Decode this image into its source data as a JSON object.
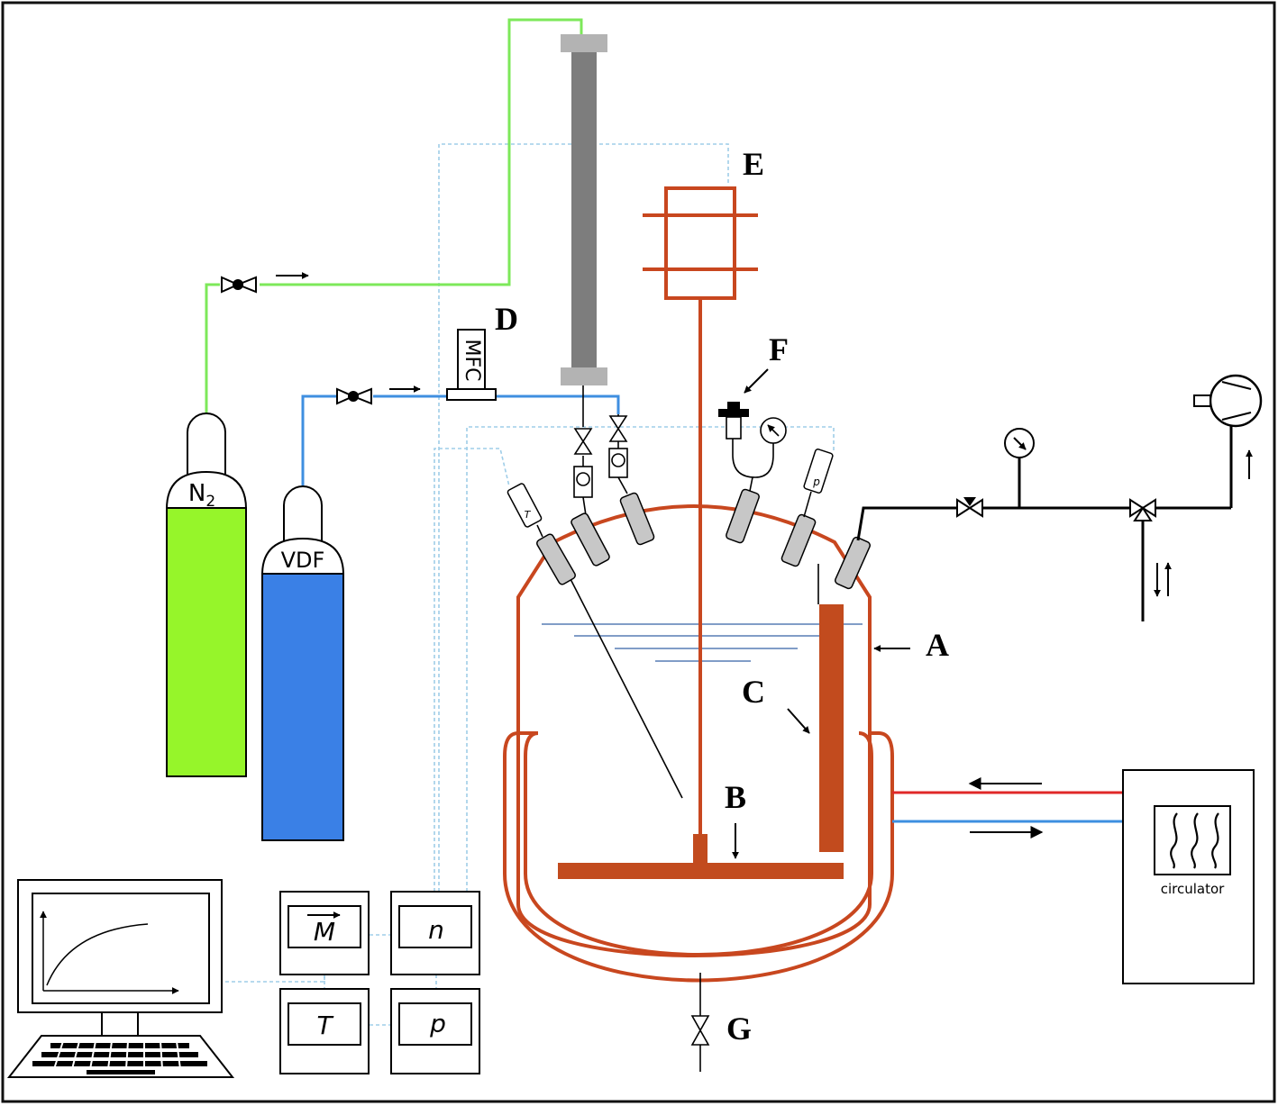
{
  "colors": {
    "frame": "#111111",
    "reactor": "#c8471f",
    "reactor_fill": "#c24b1e",
    "n2_gas_line": "#7de85a",
    "vdf_gas_line": "#3f8fe0",
    "n2_cylinder": "#96f52a",
    "vdf_cylinder": "#3a80e6",
    "condenser": "#7d7d7d",
    "condenser_cap": "#b3b3b3",
    "signal_line": "#9fcde8",
    "liquid_level": "#6f8fbf",
    "cooling_supply": "#e02828",
    "cooling_return": "#3d8fe0",
    "port": "#c7c7c7"
  },
  "labels": {
    "A": "A",
    "B": "B",
    "C": "C",
    "D": "D",
    "E": "E",
    "F": "F",
    "G": "G",
    "mfc": "MFC",
    "n2": "N",
    "n2_sub": "2",
    "vdf": "VDF",
    "circulator": "circulator",
    "t_sensor": "T",
    "p_sensor": "p"
  },
  "instrument_panels": {
    "torque": "M",
    "speed": "n",
    "temperature": "T",
    "pressure": "p"
  },
  "icons": {
    "valve": "valve-icon",
    "check_valve": "check-valve-icon",
    "pressure_gauge": "pressure-gauge-icon",
    "three_way_valve": "three-way-valve-icon",
    "vacuum_pump": "vacuum-pump-icon",
    "heating_coils": "heating-coils-icon",
    "computer": "computer-icon",
    "keyboard": "keyboard-icon",
    "arrow": "arrow-icon"
  }
}
